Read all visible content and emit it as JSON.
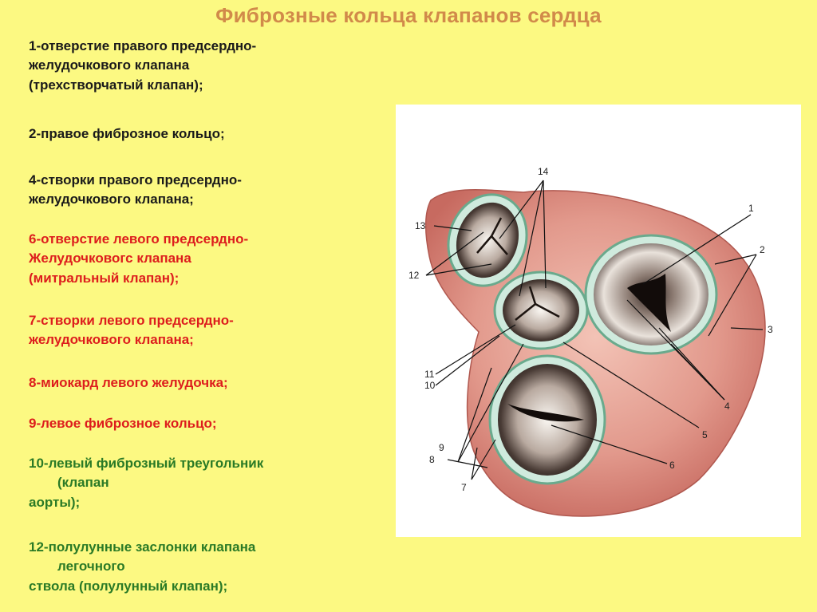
{
  "title": "Фиброзные кольца клапанов сердца",
  "legend": [
    {
      "color": "black",
      "lines": [
        "1-отверстие правого предсердно-",
        "желудочкового клапана",
        "(трехстворчатый клапан);"
      ]
    },
    {
      "color": "black",
      "lines": [
        "2-правое фиброзное кольцо;"
      ]
    },
    {
      "color": "black",
      "lines": [
        "4-створки правого предсердно-",
        "желудочкового клапана;"
      ]
    },
    {
      "color": "red",
      "lines": [
        "6-отверстие левого предсердно-",
        "Желудочковогс клапана",
        "(митральный клапан);"
      ]
    },
    {
      "color": "red",
      "lines": [
        "7-створки левого предсердно-",
        "желудочкового клапана;"
      ]
    },
    {
      "color": "red",
      "lines": [
        "8-миокард левого желудочка;"
      ]
    },
    {
      "color": "red",
      "lines": [
        "9-левое фиброзное кольцо;"
      ]
    },
    {
      "color": "green",
      "lines": [
        "10-левый фиброзный треугольник",
        "(клапан",
        "аорты);"
      ]
    },
    {
      "color": "green",
      "lines": [
        "12-полулунные заслонки клапана",
        "легочного",
        "ствола  (полулунный клапан);"
      ]
    }
  ],
  "figure_labels": {
    "l1": "1",
    "l2": "2",
    "l3": "3",
    "l4": "4",
    "l5": "5",
    "l6": "6",
    "l7": "7",
    "l8": "8",
    "l9": "9",
    "l10": "10",
    "l11": "11",
    "l12": "12",
    "l13": "13",
    "l14": "14"
  },
  "colors": {
    "background": "#fcf982",
    "title": "#d18a4a",
    "black": "#1a1a1a",
    "red": "#dd1d1d",
    "green": "#2a7a26"
  }
}
